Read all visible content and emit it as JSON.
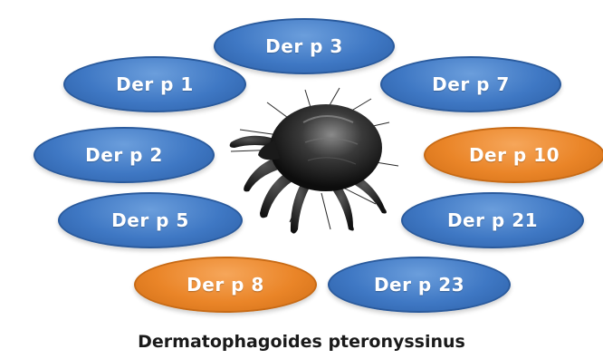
{
  "caption": "Dermatophagoides pteronyssinus",
  "colors": {
    "blue": "#3f78c4",
    "orange": "#ea8528"
  },
  "allergens": {
    "p3": {
      "label": "Der p 3",
      "color": "blue"
    },
    "p1": {
      "label": "Der p 1",
      "color": "blue"
    },
    "p7": {
      "label": "Der p 7",
      "color": "blue"
    },
    "p2": {
      "label": "Der p 2",
      "color": "blue"
    },
    "p10": {
      "label": "Der p 10",
      "color": "orange"
    },
    "p5": {
      "label": "Der p 5",
      "color": "blue"
    },
    "p21": {
      "label": "Der p 21",
      "color": "blue"
    },
    "p8": {
      "label": "Der p 8",
      "color": "orange"
    },
    "p23": {
      "label": "Der p 23",
      "color": "blue"
    }
  },
  "image": {
    "mite": "dust-mite-illustration"
  }
}
